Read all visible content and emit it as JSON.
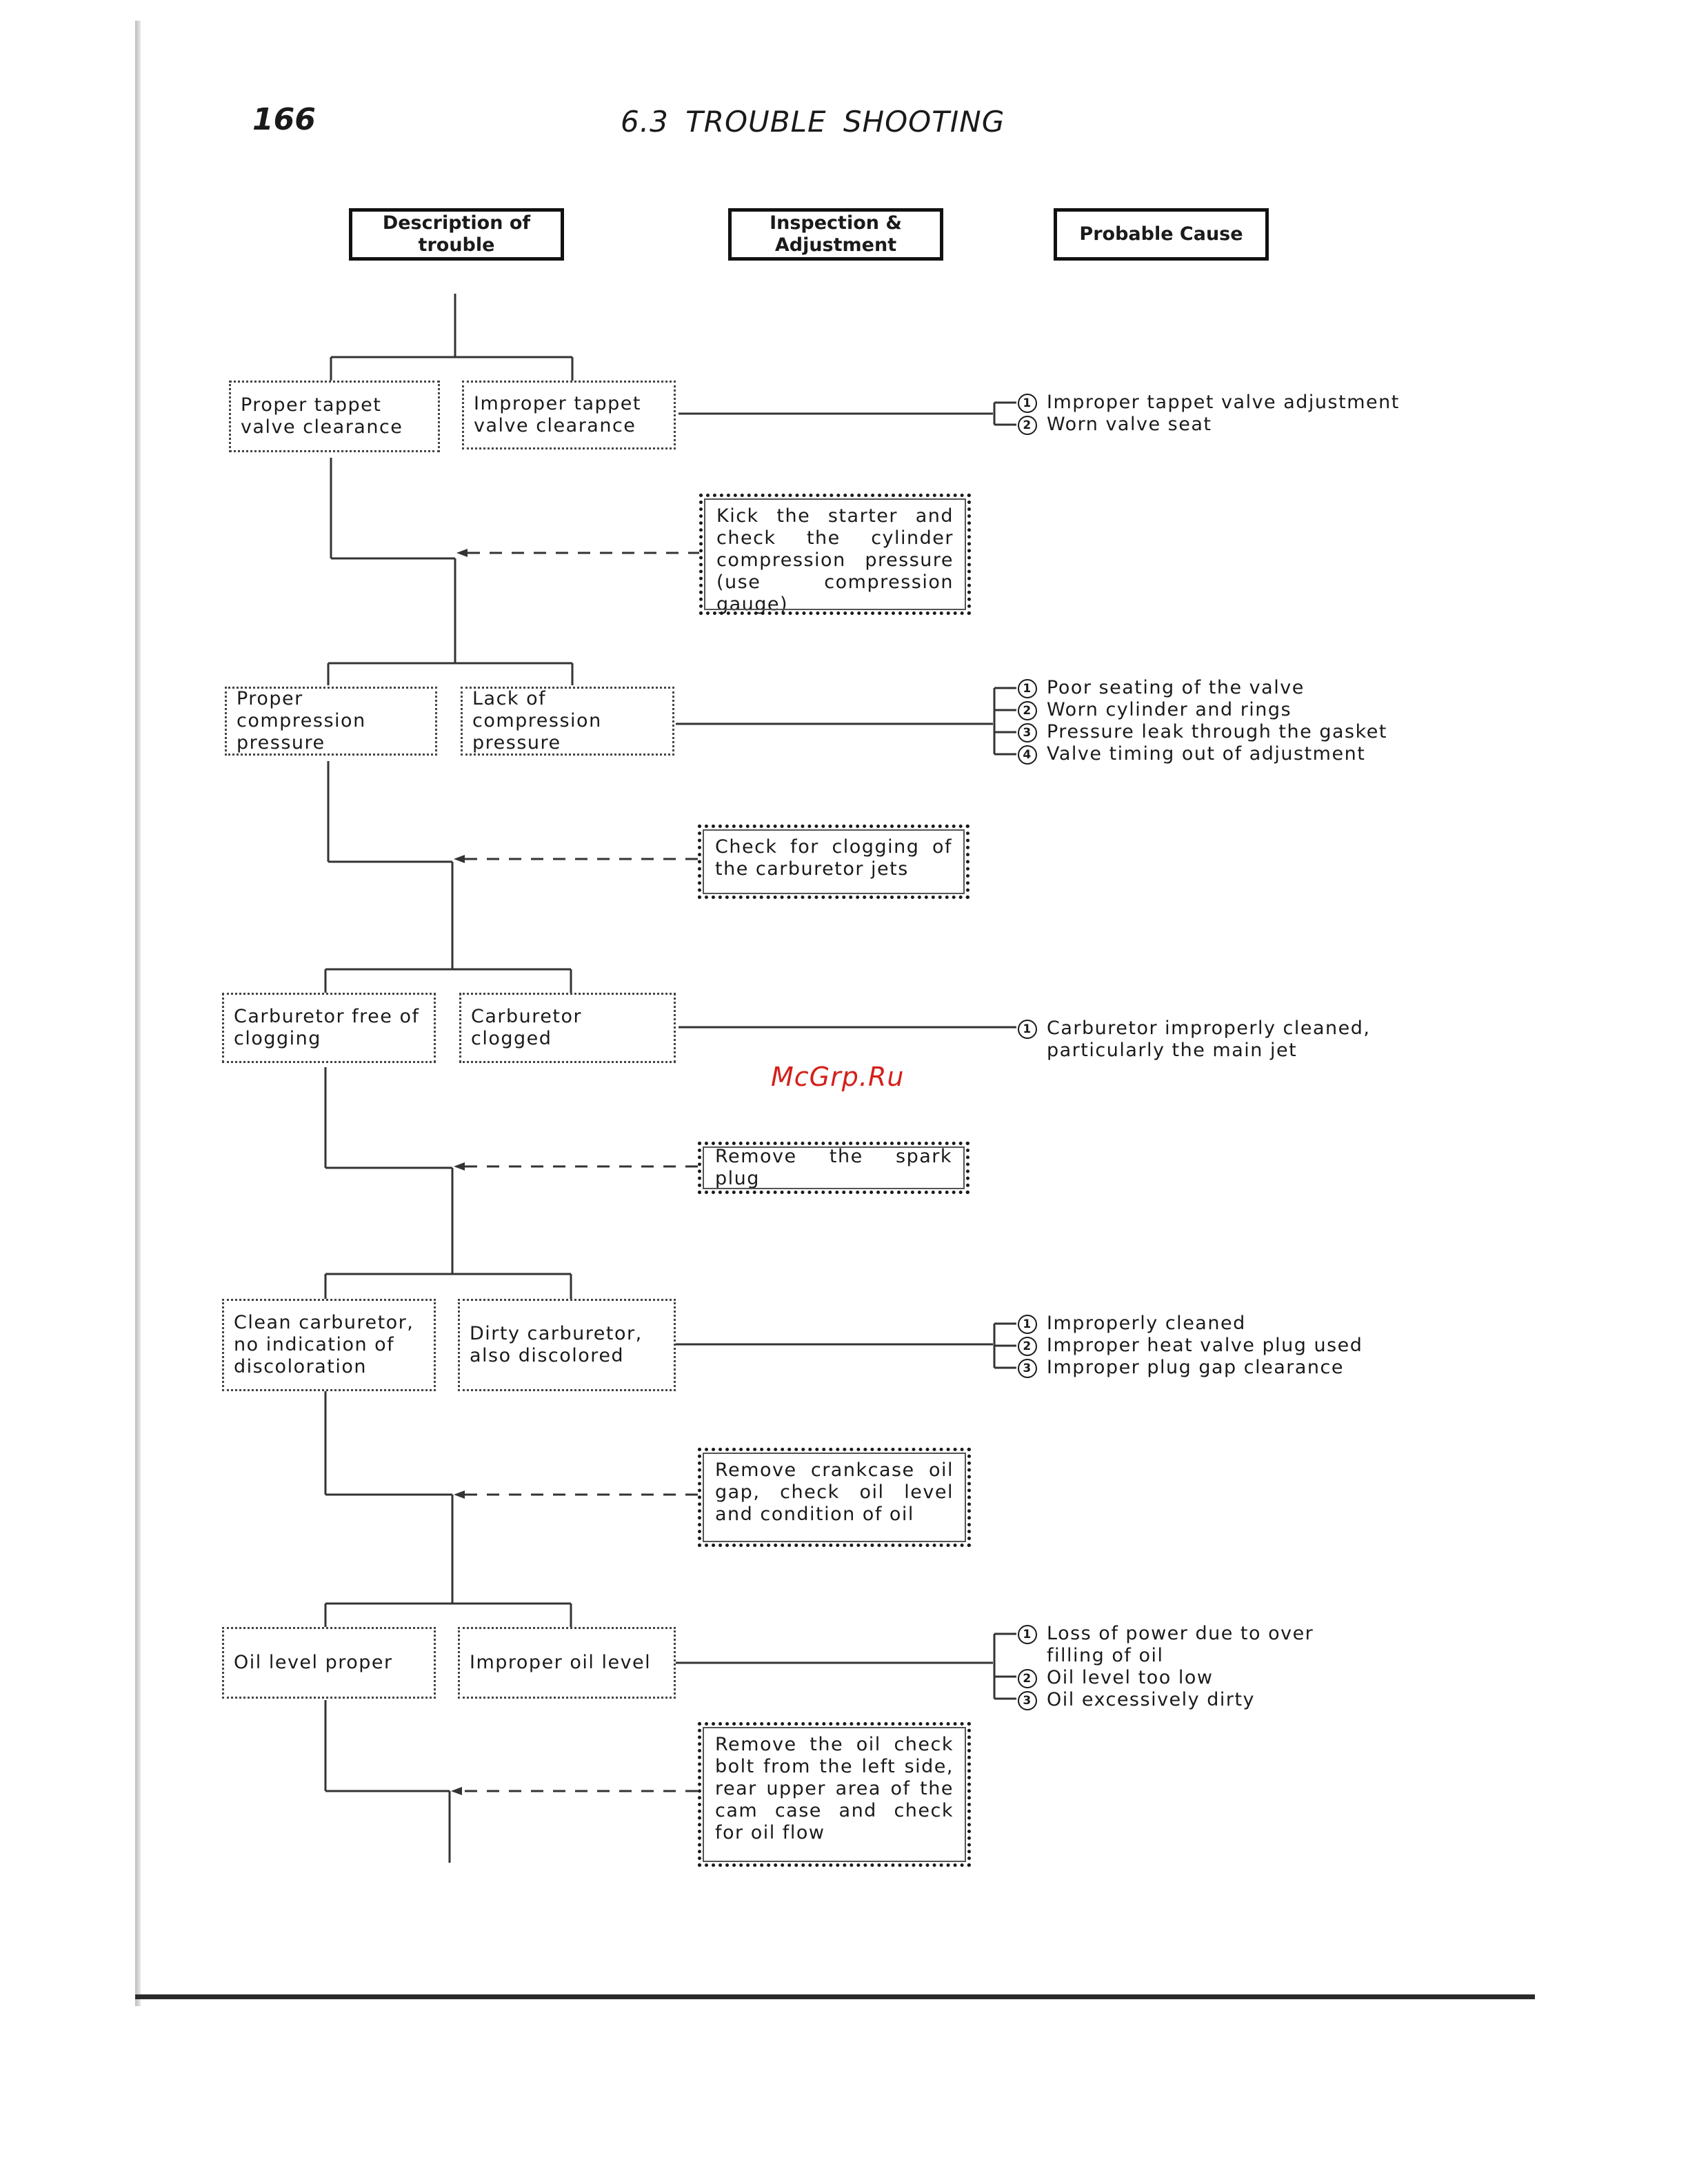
{
  "page": {
    "number": "166",
    "title": "6.3 TROUBLE SHOOTING"
  },
  "columns": {
    "description": "Description of trouble",
    "inspection": "Inspection & Adjustment",
    "cause": "Probable Cause"
  },
  "steps": [
    {
      "proper": "Proper tappet valve clearance",
      "improper": "Improper tappet valve clearance",
      "causes": [
        "Improper tappet valve adjustment",
        "Worn valve seat"
      ]
    },
    {
      "inspection": "Kick the starter and check the cylinder compression pressure (use compression gauge)",
      "proper": "Proper compression pressure",
      "improper": "Lack of compression pressure",
      "causes": [
        "Poor seating of the valve",
        "Worn cylinder and rings",
        "Pressure leak through the gasket",
        "Valve timing out of adjustment"
      ]
    },
    {
      "inspection": "Check for clogging of the carburetor jets",
      "proper": "Carburetor free of clogging",
      "improper": "Carburetor clogged",
      "causes": [
        "Carburetor improperly cleaned, particularly the main jet"
      ]
    },
    {
      "inspection": "Remove the spark plug",
      "proper": "Clean carburetor, no indication of discoloration",
      "improper": "Dirty carburetor, also discolored",
      "causes": [
        "Improperly cleaned",
        "Improper heat valve plug used",
        "Improper plug gap clearance"
      ]
    },
    {
      "inspection": "Remove crankcase oil gap, check oil level and condition of oil",
      "proper": "Oil level proper",
      "improper": "Improper oil level",
      "causes": [
        "Loss of power due to over filling of oil",
        "Oil level too low",
        "Oil excessively dirty"
      ]
    },
    {
      "inspection": "Remove the oil check bolt from the left side, rear upper area of the cam case and check for oil flow"
    }
  ],
  "watermark": "McGrp.Ru"
}
